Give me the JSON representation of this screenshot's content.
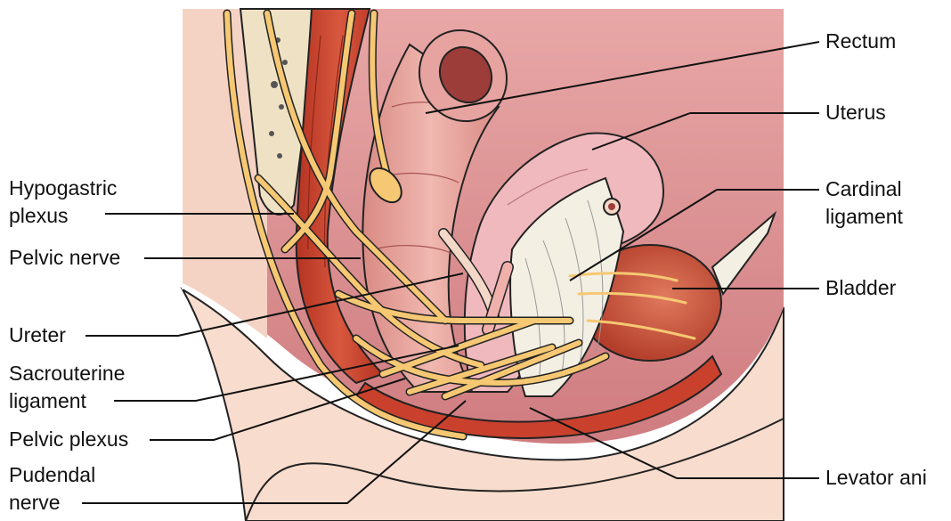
{
  "labels": {
    "left": {
      "hypogastric_plexus": [
        "Hypogastric",
        "plexus"
      ],
      "pelvic_nerve": "Pelvic nerve",
      "ureter": "Ureter",
      "sacrouterine_ligament": [
        "Sacrouterine",
        "ligament"
      ],
      "pelvic_plexus": "Pelvic plexus",
      "pudendal_nerve": [
        "Pudendal",
        "nerve"
      ]
    },
    "right": {
      "rectum": "Rectum",
      "uterus": "Uterus",
      "cardinal_ligament": [
        "Cardinal",
        "ligament"
      ],
      "bladder": "Bladder",
      "levator_ani": "Levator ani"
    }
  },
  "colors": {
    "pelvic_cavity": "#d98a8e",
    "skin": "#f8dccd",
    "nerve": "#f6c873",
    "muscle": "#c9412d",
    "rectum": "#e6a3a0",
    "uterus": "#f0b9be",
    "ligament": "#f3efe3",
    "bladder": "#c4533c",
    "bone": "#efe2c4",
    "outline": "#222222"
  }
}
